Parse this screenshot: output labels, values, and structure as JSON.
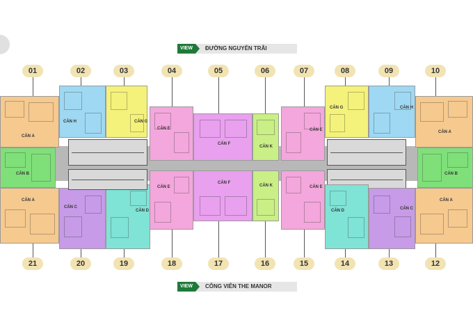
{
  "view_top": {
    "tag": "VIEW",
    "text": "ĐƯỜNG NGUYỄN TRÃI"
  },
  "view_bottom": {
    "tag": "VIEW",
    "text": "CÔNG VIÊN THE MANOR"
  },
  "top_numbers": [
    "01",
    "02",
    "03",
    "04",
    "05",
    "06",
    "07",
    "08",
    "09",
    "10"
  ],
  "bottom_numbers": [
    "21",
    "20",
    "19",
    "18",
    "17",
    "16",
    "15",
    "14",
    "13",
    "12"
  ],
  "unit_labels": {
    "u01": "CĂN A",
    "u02": "CĂN H",
    "u03": "CĂN G",
    "u04": "CĂN E",
    "u05": "CĂN F",
    "u06": "CĂN K",
    "u07": "CĂN E",
    "u08": "CĂN G",
    "u09": "CĂN H",
    "u10": "CĂN A",
    "u11l": "CĂN B",
    "u11r": "CĂN B",
    "u21": "CĂN A",
    "u20": "CĂN C",
    "u19": "CĂN D",
    "u18": "CĂN E",
    "u17": "CĂN F",
    "u16": "CĂN K",
    "u15": "CĂN E",
    "u14": "CĂN D",
    "u13": "CĂN C",
    "u12": "CĂN A"
  },
  "colors": {
    "A": "#f6c98f",
    "B": "#7fe07a",
    "C": "#c79be8",
    "D": "#7fe3d6",
    "E": "#f4a7dc",
    "F": "#e9a0ee",
    "G": "#f4f27a",
    "H": "#9fd8f2",
    "K": "#c9ef86",
    "core": "#b8b8b8",
    "view_tag": "#1f7a3a"
  }
}
